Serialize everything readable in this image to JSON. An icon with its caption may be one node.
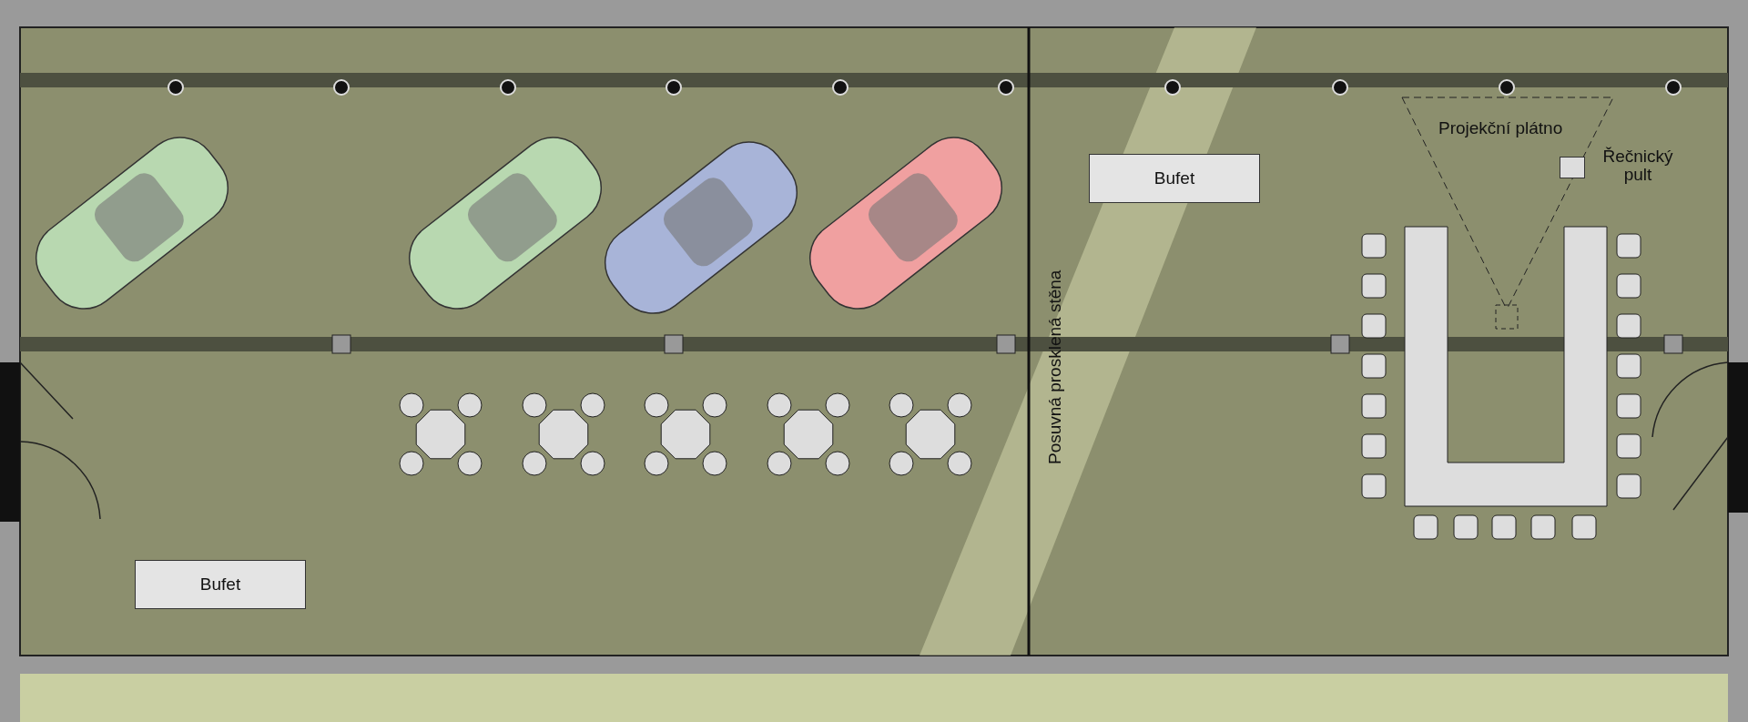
{
  "diagram": {
    "nodes": [
      {
        "text": [
          "Bufet"
        ]
      },
      {
        "text": [
          "Bufet"
        ]
      },
      {
        "text": [],
        "shape": "box",
        "beside": [
          "Řečnický pult"
        ]
      }
    ],
    "labels": [
      "Projekční plátno",
      "Posuvná prosklená stěna"
    ]
  }
}
